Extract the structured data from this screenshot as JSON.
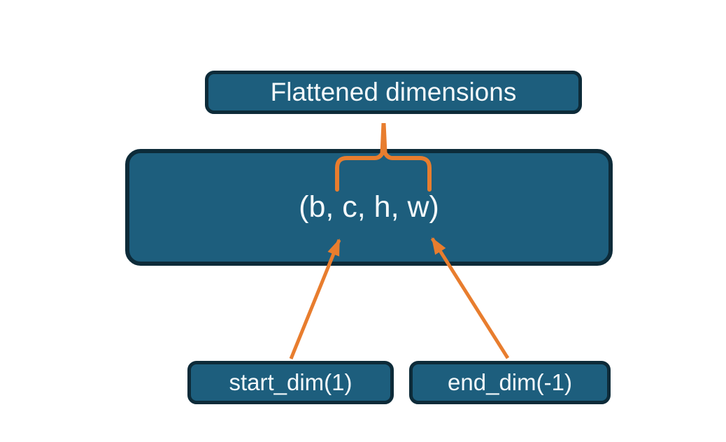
{
  "diagram": {
    "nodes": {
      "flattened": {
        "label": "Flattened dimensions"
      },
      "tensor_shape": {
        "label": "(b, c, h, w)"
      },
      "start_dim": {
        "label": "start_dim(1)"
      },
      "end_dim": {
        "label": "end_dim(-1)"
      }
    },
    "connectors": [
      {
        "name": "flatten-brace",
        "type": "curly-brace",
        "from": "flattened",
        "to": "tensor_shape"
      },
      {
        "name": "start-dim-arrow",
        "type": "arrow",
        "from": "start_dim",
        "to": "tensor_shape"
      },
      {
        "name": "end-dim-arrow",
        "type": "arrow",
        "from": "end_dim",
        "to": "tensor_shape"
      }
    ],
    "colors": {
      "node_fill": "#1d5e7d",
      "node_border": "#0d2b39",
      "connector": "#e87d2e",
      "text": "#f4f9fb",
      "background": "#ffffff"
    }
  }
}
